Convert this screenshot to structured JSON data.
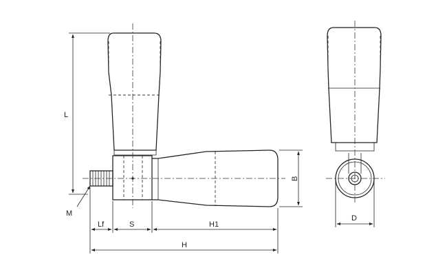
{
  "labels": {
    "L": "L",
    "M": "M",
    "Lf": "Lf",
    "S": "S",
    "H1": "H1",
    "H": "H",
    "B": "B",
    "D": "D"
  }
}
